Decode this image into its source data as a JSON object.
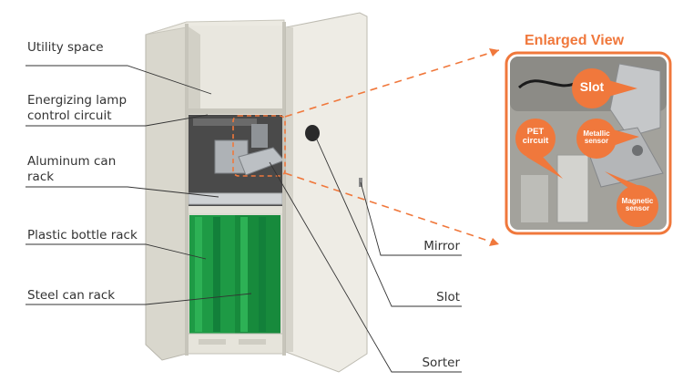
{
  "labels": {
    "utility_space": "Utility space",
    "energizing_lamp": "Energizing lamp control circuit",
    "aluminum_rack": "Aluminum can rack",
    "plastic_rack": "Plastic bottle rack",
    "steel_rack": "Steel can rack",
    "mirror": "Mirror",
    "slot": "Slot",
    "sorter": "Sorter"
  },
  "enlarged": {
    "title": "Enlarged View",
    "slot": "Slot",
    "pet_circuit": "PET circuit",
    "metallic_sensor": "Metallic sensor",
    "magnetic_sensor": "Magnetic sensor"
  },
  "colors": {
    "accent": "#f0783c",
    "cabinet": "#e7e5dc",
    "rack_green": "#1e9a45",
    "text": "#333333"
  }
}
